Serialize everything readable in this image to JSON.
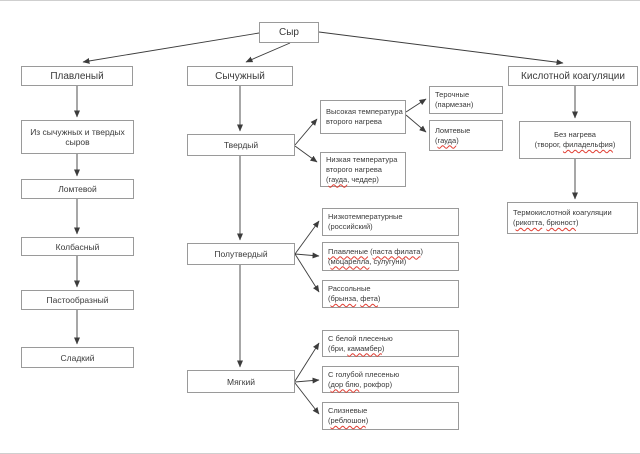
{
  "colors": {
    "box_border": "#9a9a9a",
    "text": "#3a3a3a",
    "arrow": "#3c3c3c",
    "spellcheck_squiggle": "#e03c31",
    "background": "#ffffff"
  },
  "nodes": {
    "syr": {
      "lines": [
        [
          {
            "t": "Сыр"
          }
        ]
      ]
    },
    "plavlenyj": {
      "lines": [
        [
          {
            "t": "Плавленый"
          }
        ]
      ]
    },
    "iz_sychuzhnyh": {
      "lines": [
        [
          {
            "t": "Из сычужных и твердых"
          }
        ],
        [
          {
            "t": "сыров"
          }
        ]
      ]
    },
    "lomtevoj": {
      "lines": [
        [
          {
            "t": "Ломтевой"
          }
        ]
      ]
    },
    "kolbasnyj": {
      "lines": [
        [
          {
            "t": "Колбасный"
          }
        ]
      ]
    },
    "pastoobraznyj": {
      "lines": [
        [
          {
            "t": "Пастообразный"
          }
        ]
      ]
    },
    "sladkij": {
      "lines": [
        [
          {
            "t": "Сладкий"
          }
        ]
      ]
    },
    "sychuzhnyj": {
      "lines": [
        [
          {
            "t": "Сычужный"
          }
        ]
      ]
    },
    "tverdyj": {
      "lines": [
        [
          {
            "t": "Твердый"
          }
        ]
      ]
    },
    "vysokaya": {
      "lines": [
        [
          {
            "t": "Высокая температура"
          }
        ],
        [
          {
            "t": "второго нагрева"
          }
        ]
      ]
    },
    "nizkaya": {
      "lines": [
        [
          {
            "t": "Низкая температура"
          }
        ],
        [
          {
            "t": "второго нагрева"
          }
        ],
        [
          {
            "t": "("
          },
          {
            "t": "гауда",
            "sq": true
          },
          {
            "t": ", чеддер)"
          }
        ]
      ]
    },
    "terochnye": {
      "lines": [
        [
          {
            "t": "Терочные"
          }
        ],
        [
          {
            "t": "(пармезан)"
          }
        ]
      ]
    },
    "lomtevye": {
      "lines": [
        [
          {
            "t": "Ломтевые"
          }
        ],
        [
          {
            "t": "("
          },
          {
            "t": "гауда",
            "sq": true
          },
          {
            "t": ")"
          }
        ]
      ]
    },
    "polutverdyj": {
      "lines": [
        [
          {
            "t": "Полутвердый"
          }
        ]
      ]
    },
    "nizkotemp": {
      "lines": [
        [
          {
            "t": "Низкотемпературные"
          }
        ],
        [
          {
            "t": "(российский)"
          }
        ]
      ]
    },
    "plavlenye_pasta": {
      "lines": [
        [
          {
            "t": "Плавленые",
            "sq": true
          },
          {
            "t": " ("
          },
          {
            "t": "паста филата",
            "sq": true
          },
          {
            "t": ")"
          }
        ],
        [
          {
            "t": "("
          },
          {
            "t": "моцарелла",
            "sq": true
          },
          {
            "t": ", сулугуни)"
          }
        ]
      ]
    },
    "rassolnye": {
      "lines": [
        [
          {
            "t": "Рассольные"
          }
        ],
        [
          {
            "t": "("
          },
          {
            "t": "брынза",
            "sq": true
          },
          {
            "t": ", "
          },
          {
            "t": "фета",
            "sq": true
          },
          {
            "t": ")"
          }
        ]
      ]
    },
    "myagkij": {
      "lines": [
        [
          {
            "t": "Мягкий"
          }
        ]
      ]
    },
    "belaya_plesen": {
      "lines": [
        [
          {
            "t": "С белой плесенью"
          }
        ],
        [
          {
            "t": "(бри, "
          },
          {
            "t": "камамбер",
            "sq": true
          },
          {
            "t": ")"
          }
        ]
      ]
    },
    "golubaya_plesen": {
      "lines": [
        [
          {
            "t": "С голубой плесенью"
          }
        ],
        [
          {
            "t": "("
          },
          {
            "t": "дор блю",
            "sq": true
          },
          {
            "t": ", рокфор)"
          }
        ]
      ]
    },
    "sliznevye": {
      "lines": [
        [
          {
            "t": "Слизневые"
          }
        ],
        [
          {
            "t": "("
          },
          {
            "t": "реблошон",
            "sq": true
          },
          {
            "t": ")"
          }
        ]
      ]
    },
    "kislotnoj": {
      "lines": [
        [
          {
            "t": "Кислотной коагуляции"
          }
        ]
      ]
    },
    "bez_nagreva": {
      "lines": [
        [
          {
            "t": "Без нагрева"
          }
        ],
        [
          {
            "t": "(творог, "
          },
          {
            "t": "филадельфия",
            "sq": true
          },
          {
            "t": ")"
          }
        ]
      ]
    },
    "termokislotnoj": {
      "lines": [
        [
          {
            "t": "Термокислотной коагуляции"
          }
        ],
        [
          {
            "t": "("
          },
          {
            "t": "рикотта",
            "sq": true
          },
          {
            "t": ", "
          },
          {
            "t": "брюност",
            "sq": true
          },
          {
            "t": ")"
          }
        ]
      ]
    }
  }
}
